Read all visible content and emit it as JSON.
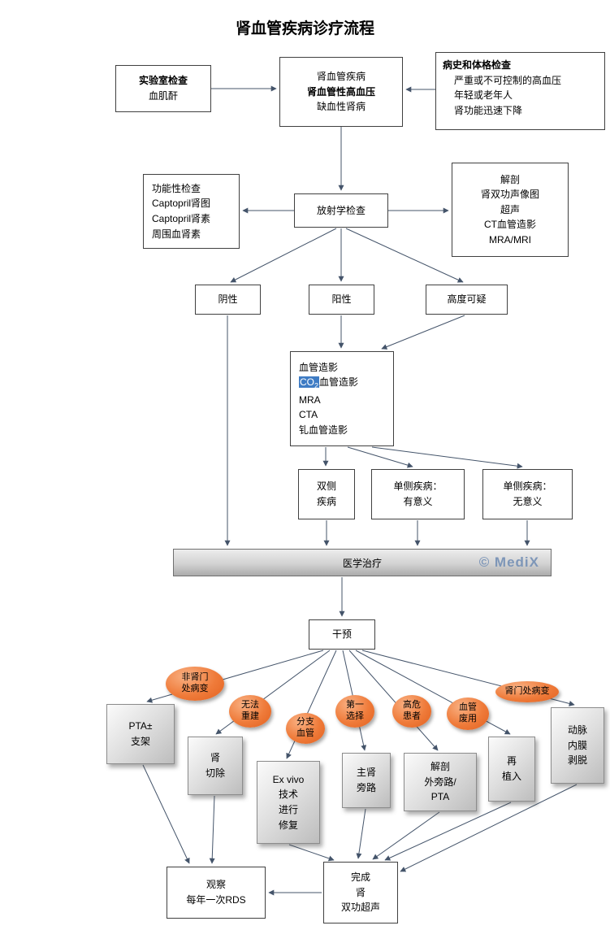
{
  "title": "肾血管疾病诊疗流程",
  "watermark": "© MediX",
  "nodes": {
    "lab": {
      "title": "实验室检查",
      "line": "血肌酐"
    },
    "main": {
      "lines": [
        "肾血管疾病",
        "肾血管性高血压",
        "缺血性肾病"
      ]
    },
    "history": {
      "title": "病史和体格检查",
      "items": [
        "严重或不可控制的高血压",
        "年轻或老年人",
        "肾功能迅速下降"
      ]
    },
    "functional": {
      "lines": [
        "功能性检查",
        "Captopril肾图",
        "Captopril肾素",
        "周围血肾素"
      ]
    },
    "radiology": {
      "label": "放射学检查"
    },
    "anatomy": {
      "lines": [
        "解剖",
        "肾双功声像图",
        "超声",
        "CT血管造影",
        "MRA/MRI"
      ]
    },
    "negative": {
      "label": "阴性"
    },
    "positive": {
      "label": "阳性"
    },
    "suspect": {
      "label": "高度可疑"
    },
    "angio": {
      "line1": "血管造影",
      "co2_main": "CO",
      "co2_sub": "2",
      "co2_rest": "血管造影",
      "lines": [
        "MRA",
        "CTA",
        "钆血管造影"
      ]
    },
    "bilateral": {
      "lines": [
        "双侧",
        "疾病"
      ]
    },
    "uni_sig": {
      "lines": [
        "单侧疾病：",
        "有意义"
      ]
    },
    "uni_insig": {
      "lines": [
        "单侧疾病：",
        "无意义"
      ]
    },
    "medical": {
      "label": "医学治疗"
    },
    "intervention": {
      "label": "干预"
    },
    "observe": {
      "lines": [
        "观察",
        "每年一次RDS"
      ]
    },
    "complete": {
      "lines": [
        "完成",
        "肾",
        "双功超声"
      ]
    }
  },
  "ellipses": {
    "e1": {
      "lines": [
        "非肾门",
        "处病变"
      ]
    },
    "e2": {
      "lines": [
        "无法",
        "重建"
      ]
    },
    "e3": {
      "lines": [
        "分支",
        "血管"
      ]
    },
    "e4": {
      "lines": [
        "第一",
        "选择"
      ]
    },
    "e5": {
      "lines": [
        "高危",
        "患者"
      ]
    },
    "e6": {
      "lines": [
        "血管",
        "废用"
      ]
    },
    "e7": {
      "label": "肾门处病变"
    }
  },
  "grayboxes": {
    "g1": {
      "lines": [
        "PTA±",
        "支架"
      ]
    },
    "g2": {
      "lines": [
        "肾",
        "切除"
      ]
    },
    "g3": {
      "lines": [
        "Ex vivo",
        "技术",
        "进行",
        "修复"
      ]
    },
    "g4": {
      "lines": [
        "主肾",
        "旁路"
      ]
    },
    "g5": {
      "lines": [
        "解剖",
        "外旁路/",
        "PTA"
      ]
    },
    "g6": {
      "lines": [
        "再",
        "植入"
      ]
    },
    "g7": {
      "lines": [
        "动脉",
        "内膜",
        "剥脱"
      ]
    }
  },
  "colors": {
    "line": "#44546a",
    "accent_orange": "#ef7b3a",
    "co2_highlight": "#3f7cc4",
    "watermark_blue": "#7d96b8"
  }
}
